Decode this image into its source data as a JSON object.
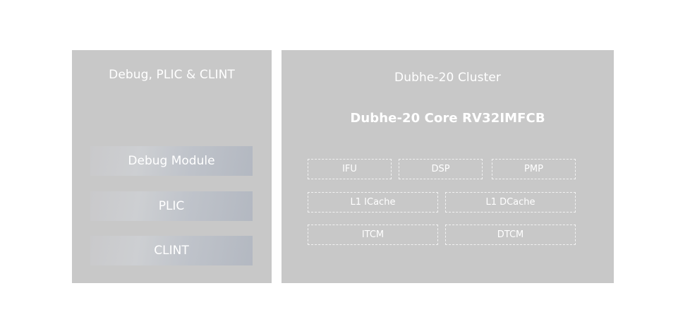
{
  "left_panel": {
    "title": "Debug, PLIC & CLINT",
    "modules": [
      "Debug Module",
      "PLIC",
      "CLINT"
    ]
  },
  "right_panel": {
    "cluster_title": "Dubhe-20 Cluster",
    "core_title": "Dubhe-20 Core RV32IMFCB",
    "blocks": {
      "ifu": "IFU",
      "dsp": "DSP",
      "pmp": "PMP",
      "l1_icache": "L1 ICache",
      "l1_dcache": "L1 DCache",
      "itcm": "ITCM",
      "dtcm": "DTCM"
    }
  },
  "colors": {
    "panel_bg": "#c8c8c8",
    "text": "#ffffff",
    "module_gradient_end": "#b3b8c1"
  }
}
